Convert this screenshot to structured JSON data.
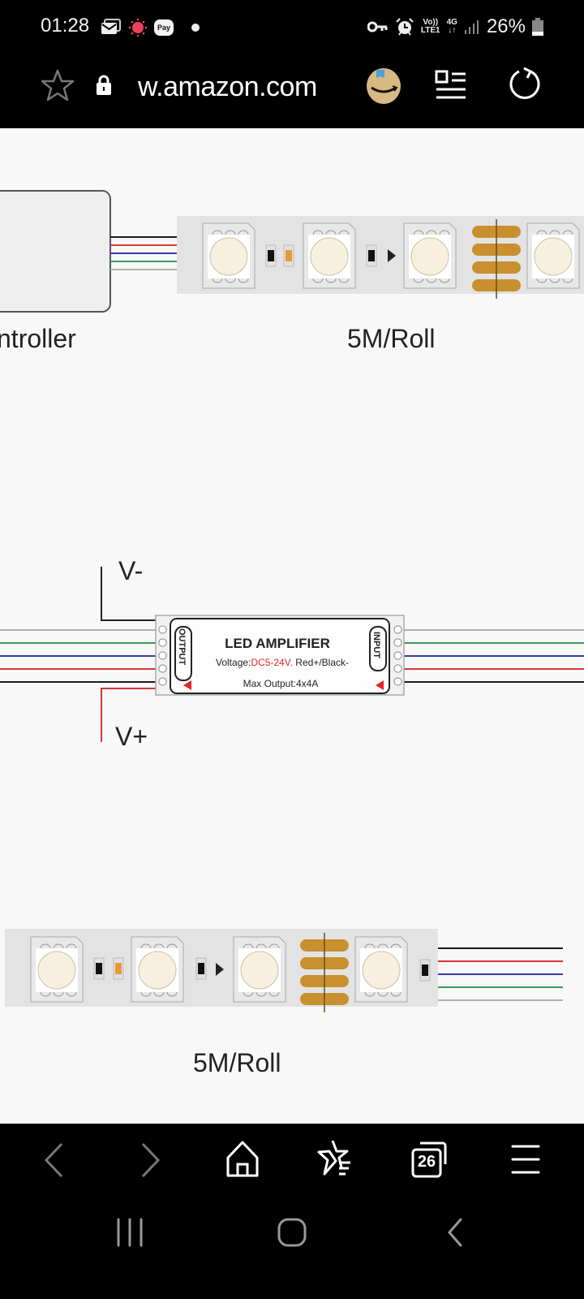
{
  "status_bar": {
    "time": "01:28",
    "notification_icons": [
      "email-icon",
      "sun-alert-icon",
      "samsung-pay-icon",
      "dot-icon"
    ],
    "pay_label": "Pay",
    "right_icons": [
      "vpn-key-icon",
      "alarm-icon",
      "volte-icon",
      "4g-data-icon",
      "signal-icon",
      "battery-icon"
    ],
    "volte_line1": "Vo))",
    "volte_line2": "LTE1",
    "net_type": "4G",
    "battery_percent": "26%",
    "battery_level": 0.26
  },
  "url_bar": {
    "url_text": "w.amazon.com",
    "bookmark_icon": "star-outline-icon",
    "secure_icon": "lock-icon",
    "site_icon": "amazon-extension-icon",
    "reader_icon": "reader-mode-icon",
    "reload_icon": "reload-icon"
  },
  "diagram": {
    "controller_label": "ntroller",
    "roll_label_top": "5M/Roll",
    "roll_label_bottom": "5M/Roll",
    "v_minus_label": "V-",
    "v_plus_label": "V+",
    "amplifier": {
      "title": "LED AMPLIFIER",
      "voltage_prefix": "Voltage:",
      "voltage_value": "DC5-24V.",
      "voltage_suffix": " Red+/Black-",
      "max_output": "Max Output:4x4A",
      "output_label": "OUTPUT",
      "input_label": "INPUT"
    },
    "wire_colors": {
      "black": "#1a1a1a",
      "red": "#d8343a",
      "blue": "#3a3aa8",
      "green": "#3a9a60",
      "gray": "#b0b0b0"
    },
    "accent_red": "#e02828",
    "pad_color": "#c8902e",
    "strip_color": "#e3e3e3",
    "led_color": "#f7f0e0"
  },
  "bottom_toolbar": {
    "back_icon": "back-arrow-icon",
    "forward_icon": "forward-arrow-icon",
    "home_icon": "home-icon",
    "bookmarks_icon": "bookmarks-icon",
    "tabs_count": "26",
    "menu_icon": "hamburger-menu-icon"
  },
  "system_nav": {
    "recents_icon": "recent-apps-icon",
    "home_icon": "home-button-icon",
    "back_icon": "back-icon"
  }
}
